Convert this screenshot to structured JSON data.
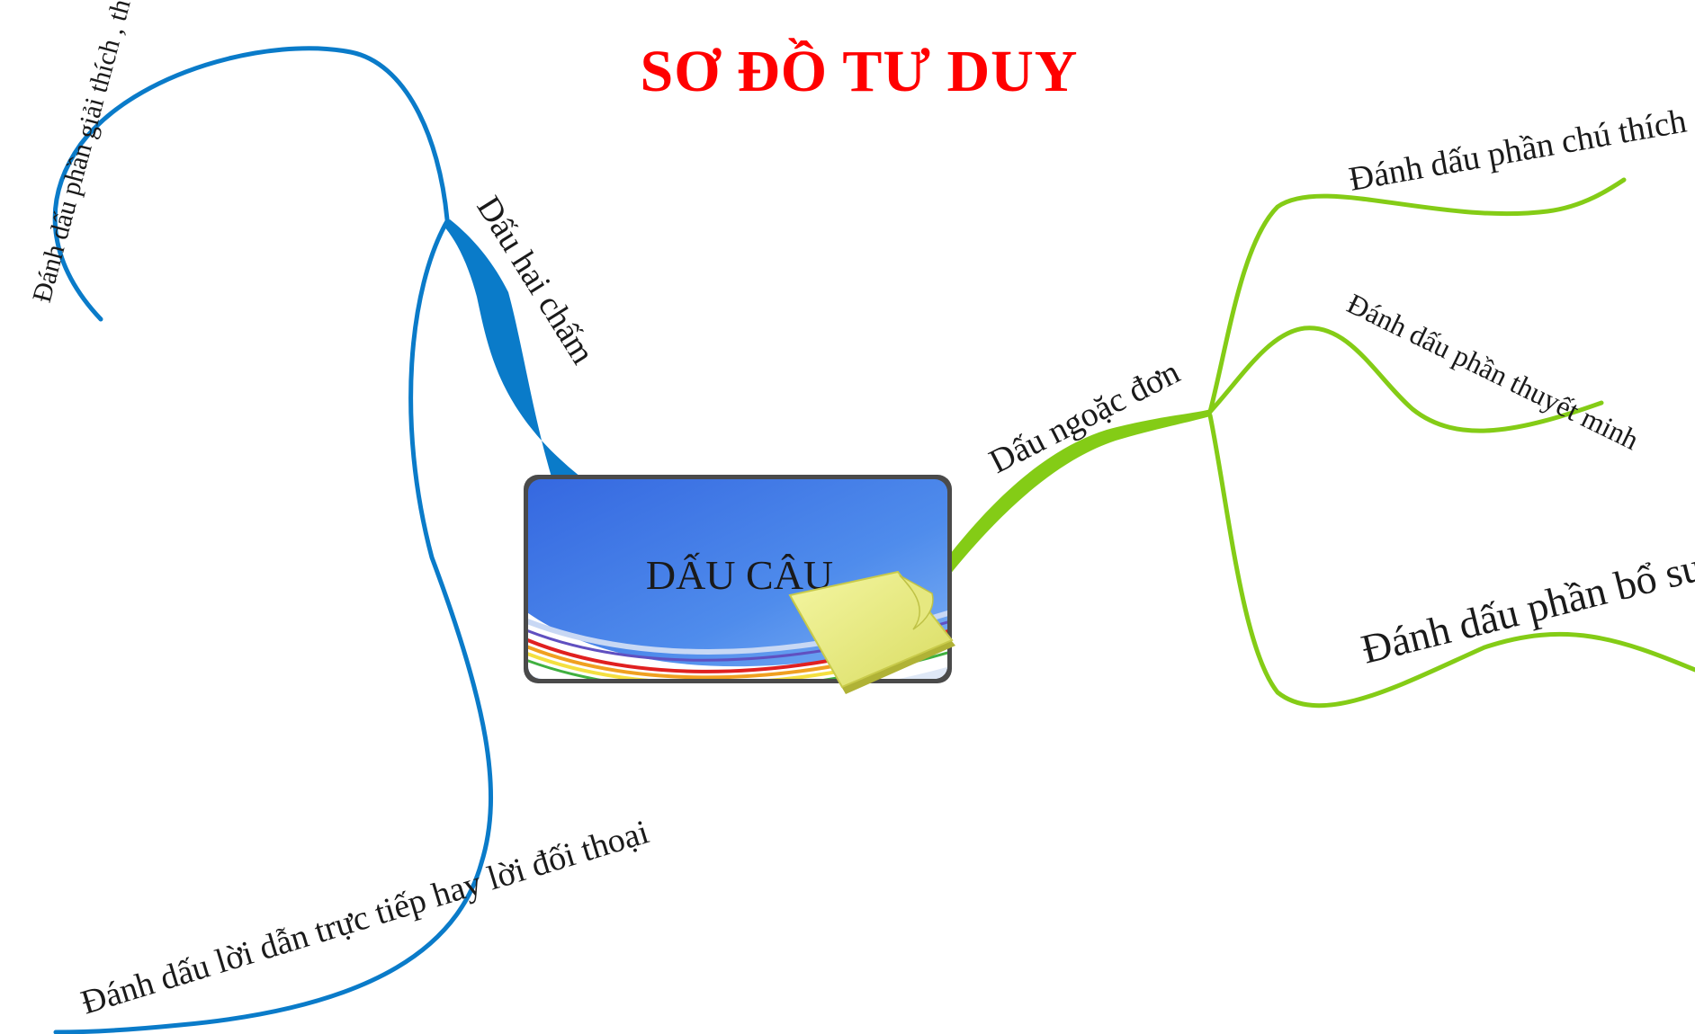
{
  "title": "SƠ ĐỒ TƯ DUY",
  "center": {
    "label": "DẤU CÂU"
  },
  "branches": [
    {
      "label": "Dấu hai chấm",
      "color": "#0a7bc9",
      "children": [
        "Đánh dấu phần giải thích , thuyết minh",
        "Đánh dấu lời dẫn trực tiếp hay lời đối thoại"
      ]
    },
    {
      "label": "Dấu ngoặc đơn",
      "color": "#84cc16",
      "children": [
        "Đánh dấu phần chú thích",
        "Đánh dấu phần thuyết minh",
        "Đánh dấu phần bổ sung"
      ]
    }
  ],
  "colors": {
    "title": "#ff0000",
    "blue_branch": "#0a7bc9",
    "green_branch": "#84cc16",
    "center_box_top": "#3c78e8",
    "center_box_bottom": "#6aa3f0",
    "sticky_note": "#eef08a"
  }
}
